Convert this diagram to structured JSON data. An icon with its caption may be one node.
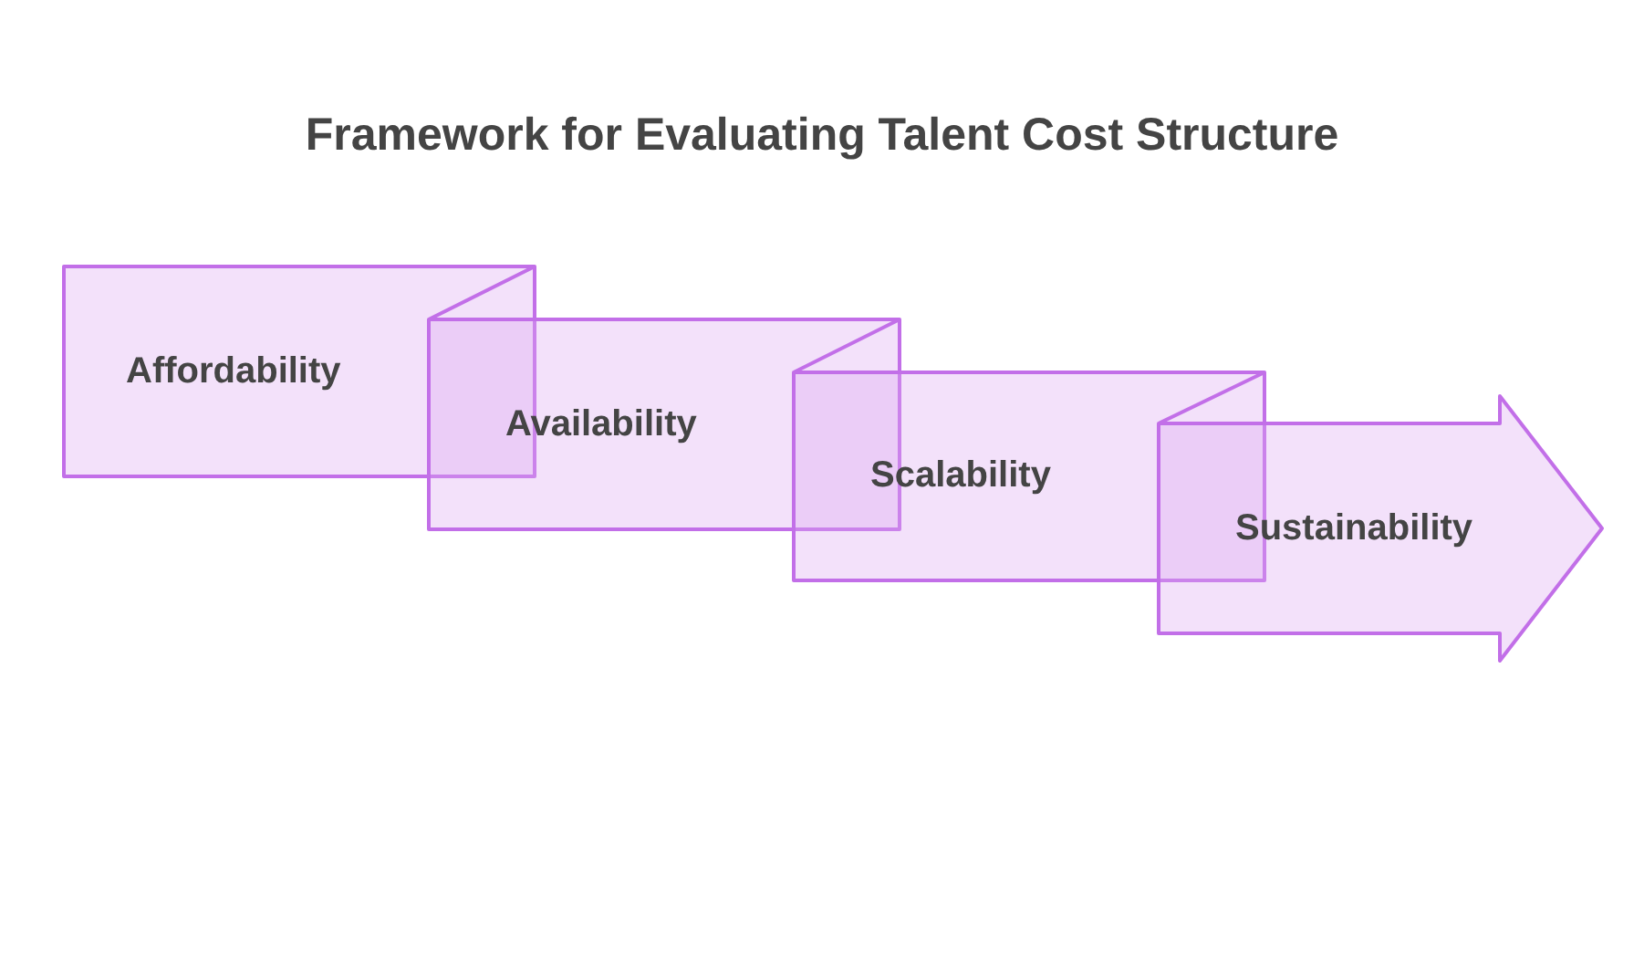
{
  "diagram": {
    "title": "Framework for Evaluating Talent Cost Structure",
    "nodes": [
      {
        "text": [
          "Affordability"
        ]
      },
      {
        "text": [
          "Availability"
        ]
      },
      {
        "text": [
          "Scalability"
        ]
      },
      {
        "text": [
          "Sustainability"
        ]
      }
    ]
  }
}
